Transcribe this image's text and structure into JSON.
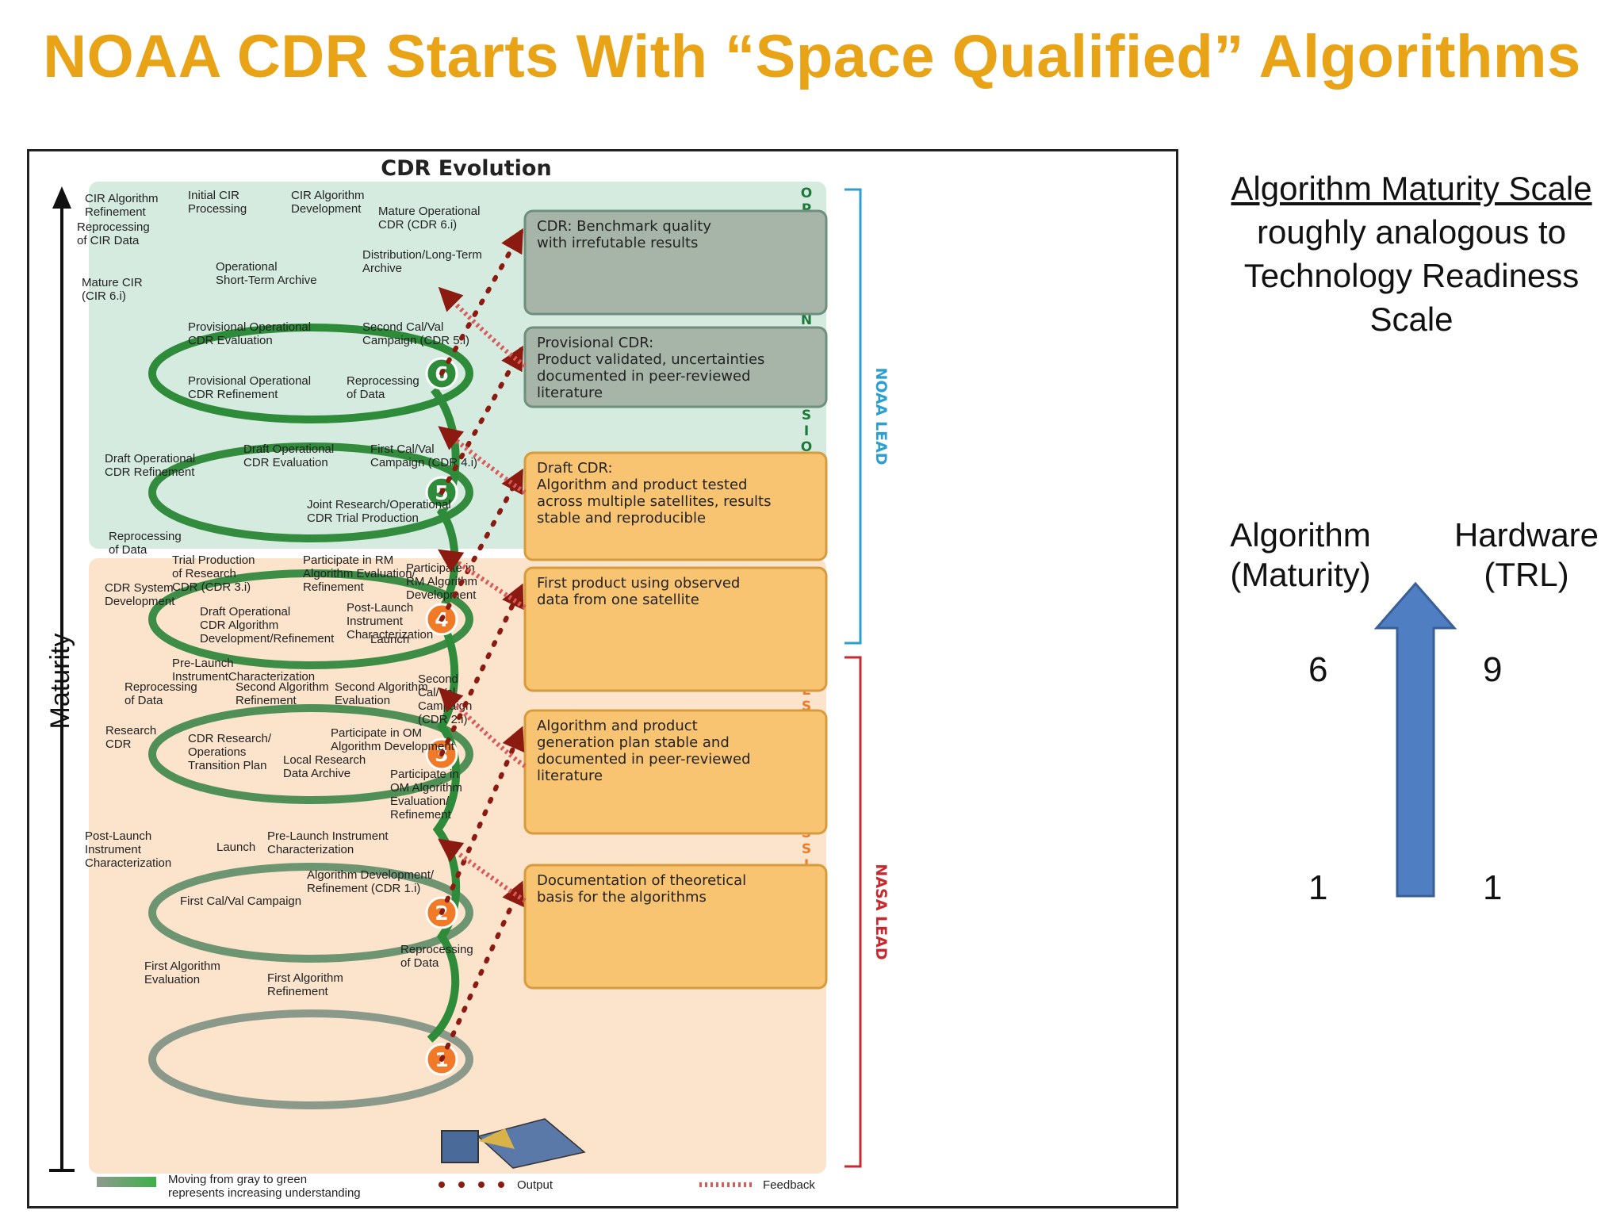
{
  "title": "NOAA CDR Starts With “Space Qualified” Algorithms",
  "figure": {
    "title": "CDR Evolution",
    "axis_label": "Maturity",
    "side_operational": "OPERATIONAL MISSIONS",
    "side_research": "RESEARCH MISSIONS",
    "lead_noaa": "NOAA LEAD",
    "lead_nasa": "NASA LEAD",
    "levels": [
      "1",
      "2",
      "3",
      "4",
      "5",
      "6"
    ],
    "boxes": [
      "CDR: Benchmark quality\nwith irrefutable results",
      "Provisional CDR:\nProduct validated, uncertainties\ndocumented in peer-reviewed\nliterature",
      "Draft CDR:\nAlgorithm and product tested\nacross multiple satellites, results\nstable and reproducible",
      "First product using observed\ndata from one satellite",
      "Algorithm and product\ngeneration plan stable and\ndocumented in peer-reviewed\nliterature",
      "Documentation of theoretical\nbasis for the algorithms"
    ],
    "milestones": {
      "l6": [
        "CIR Algorithm\nRefinement",
        "Initial CIR\nProcessing",
        "CIR Algorithm\nDevelopment",
        "Mature Operational\nCDR (CDR 6.i)",
        "Reprocessing\nof CIR Data",
        "Distribution/Long-Term\nArchive",
        "Operational\nShort-Term Archive",
        "Mature CIR\n(CIR 6.i)"
      ],
      "l5": [
        "Provisional Operational\nCDR Evaluation",
        "Second Cal/Val\nCampaign (CDR 5.i)",
        "Provisional Operational\nCDR Refinement",
        "Reprocessing\nof Data"
      ],
      "l4": [
        "Draft Operational\nCDR Evaluation",
        "Draft Operational\nCDR Refinement",
        "First Cal/Val\nCampaign (CDR 4.i)",
        "Joint Research/Operational\nCDR Trial Production",
        "Reprocessing\nof Data"
      ],
      "l3": [
        "Trial Production\nof Research\nCDR (CDR 3.i)",
        "Participate in RM\nAlgorithm Evaluation/\nRefinement",
        "Participate in\nRM Algorithm\nDevelopment",
        "CDR System\nDevelopment",
        "Post-Launch\nInstrument\nCharacterization",
        "Draft Operational\nCDR Algorithm\nDevelopment/Refinement",
        "Launch",
        "Pre-Launch\nInstrumentCharacterization"
      ],
      "l2": [
        "Reprocessing\nof Data",
        "Second Algorithm\nRefinement",
        "Second Algorithm\nEvaluation",
        "Second\nCal/Val\nCampaign\n(CDR 2.i)",
        "Research\nCDR",
        "CDR Research/\nOperations\nTransition Plan",
        "Participate in OM\nAlgorithm Development",
        "Local Research\nData Archive",
        "Participate in\nOM Algorithm\nEvaluation/\nRefinement"
      ],
      "l1": [
        "Post-Launch\nInstrument\nCharacterization",
        "Launch",
        "Pre-Launch Instrument\nCharacterization",
        "Algorithm Development/\nRefinement (CDR 1.i)",
        "First Cal/Val Campaign",
        "Reprocessing\nof Data",
        "First Algorithm\nEvaluation",
        "First Algorithm\nRefinement"
      ]
    },
    "legend": {
      "gradient": "Moving from gray to green\nrepresents increasing understanding",
      "output": "Output",
      "feedback": "Feedback"
    },
    "colors": {
      "green": "#2e8b3a",
      "gray": "#8f9a8e",
      "orange": "#f07a28",
      "noaa": "#2b9fd0",
      "nasa": "#c8282e"
    }
  },
  "scale": {
    "title_underlined": "Algorithm Maturity Scale",
    "title_rest": "roughly analogous to\nTechnology Readiness\nScale",
    "col1_head": "Algorithm\n(Maturity)",
    "col2_head": "Hardware\n(TRL)",
    "col1_top": "6",
    "col2_top": "9",
    "col1_bottom": "1",
    "col2_bottom": "1"
  }
}
